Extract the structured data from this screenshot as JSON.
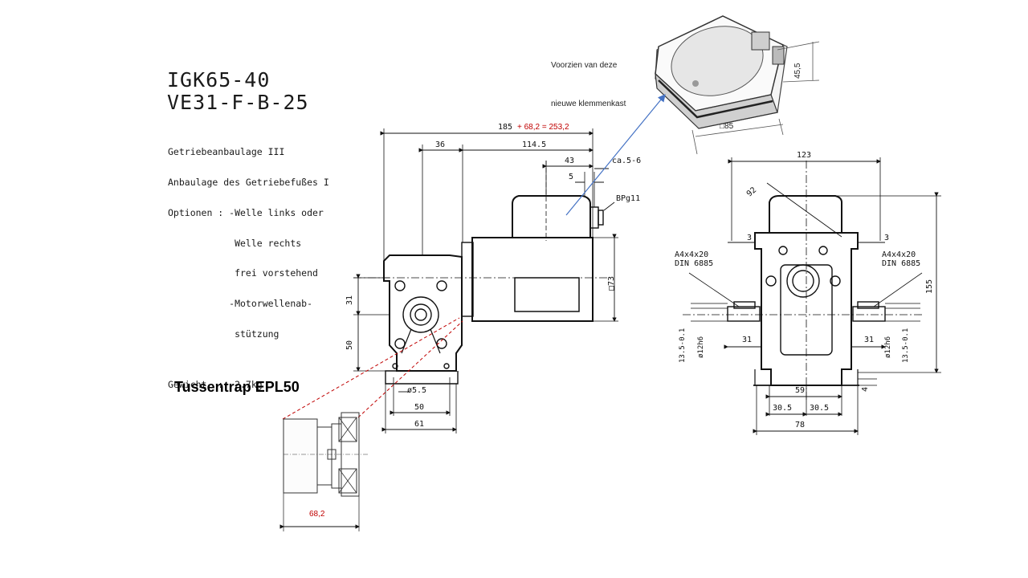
{
  "title": {
    "line1": "IGK65-40",
    "line2": "VE31-F-B-25"
  },
  "spec": [
    "Getriebeanbaulage III",
    "Anbaulage des Getriebefußes I",
    "Optionen : -Welle links oder",
    "            Welle rechts",
    "            frei vorstehend",
    "           -Motorwellenab-",
    "            stützung",
    "",
    "Gewicht  :  2.7kg"
  ],
  "note": {
    "line1": "Voorzien van deze",
    "line2": "nieuwe klemmenkast"
  },
  "adapter_label": "Tussentrap EPL50",
  "side_dims": {
    "overall_base": "185",
    "overall_added": "+ 68,2 = 253,2",
    "d36": "36",
    "d114": "114.5",
    "d43": "43",
    "d5": "5",
    "ca": "ca.5-6",
    "bpg": "BPg11",
    "d73": "□73",
    "d31": "31",
    "d50v": "50",
    "d55": "ø5.5",
    "d50h": "50",
    "d61": "61"
  },
  "adapter_dim": "68,2",
  "box_dims": {
    "h": "45,5",
    "w": "□85"
  },
  "front_dims": {
    "d123": "123",
    "d92": "92",
    "d3l": "3",
    "d3r": "3",
    "keyl1": "A4x4x20",
    "keyl2": "DIN 6885",
    "keyr1": "A4x4x20",
    "keyr2": "DIN 6885",
    "d155": "155",
    "d31l": "31",
    "d31r": "31",
    "tol_l": "13.5-0.1",
    "shaft_l": "ø12h6",
    "shaft_r": "ø12h6",
    "tol_r": "13.5-0.1",
    "d59": "59",
    "d4": "4",
    "d305l": "30.5",
    "d305r": "30.5",
    "d78": "78"
  }
}
